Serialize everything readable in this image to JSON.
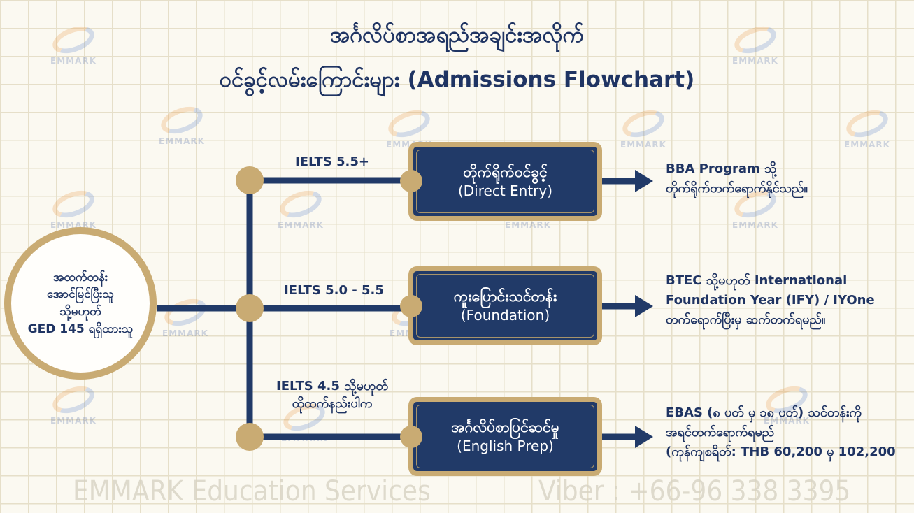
{
  "title": {
    "line1": "အင်္ဂလိပ်စာအရည်အချင်းအလိုက်",
    "line2": "ဝင်ခွင့်လမ်းကြောင်းများ (Admissions Flowchart)"
  },
  "start": {
    "text": "အထက်တန်း\nအောင်မြင်ပြီးသူ\nသို့မဟုတ်\nGED 145 ရရှိထားသူ"
  },
  "paths": [
    {
      "condition": "IELTS 5.5+",
      "box_main": "တိုက်ရိုက်ဝင်ခွင့်",
      "box_sub": "(Direct Entry)",
      "result": "BBA Program သို့\nတိုက်ရိုက်တက်ရောက်နိုင်သည်။"
    },
    {
      "condition": "IELTS 5.0 - 5.5",
      "box_main": "ကူးပြောင်းသင်တန်း",
      "box_sub": "(Foundation)",
      "result": "BTEC သို့မဟုတ် International\nFoundation Year (IFY) / IYOne\nတက်ရောက်ပြီးမှ ဆက်တက်ရမည်။"
    },
    {
      "condition": "IELTS 4.5 သို့မဟုတ်\nထိုထက်နည်းပါက",
      "box_main": "အင်္ဂလိပ်စာပြင်ဆင်မှု",
      "box_sub": "(English Prep)",
      "result": "EBAS (၈ ပတ် မှ ၁၈ ပတ်) သင်တန်းကို\nအရင်တက်ရောက်ရမည်\n(ကုန်ကျစရိတ်: THB 60,200 မှ 102,200"
    }
  ],
  "watermark": {
    "text": "EMMARK"
  },
  "footer": {
    "left": "EMMARK Education Services",
    "right": "Viber : +66-96 338 3395"
  },
  "colors": {
    "navy": "#213a68",
    "gold": "#c9ab73",
    "background": "#fbf9f1"
  }
}
